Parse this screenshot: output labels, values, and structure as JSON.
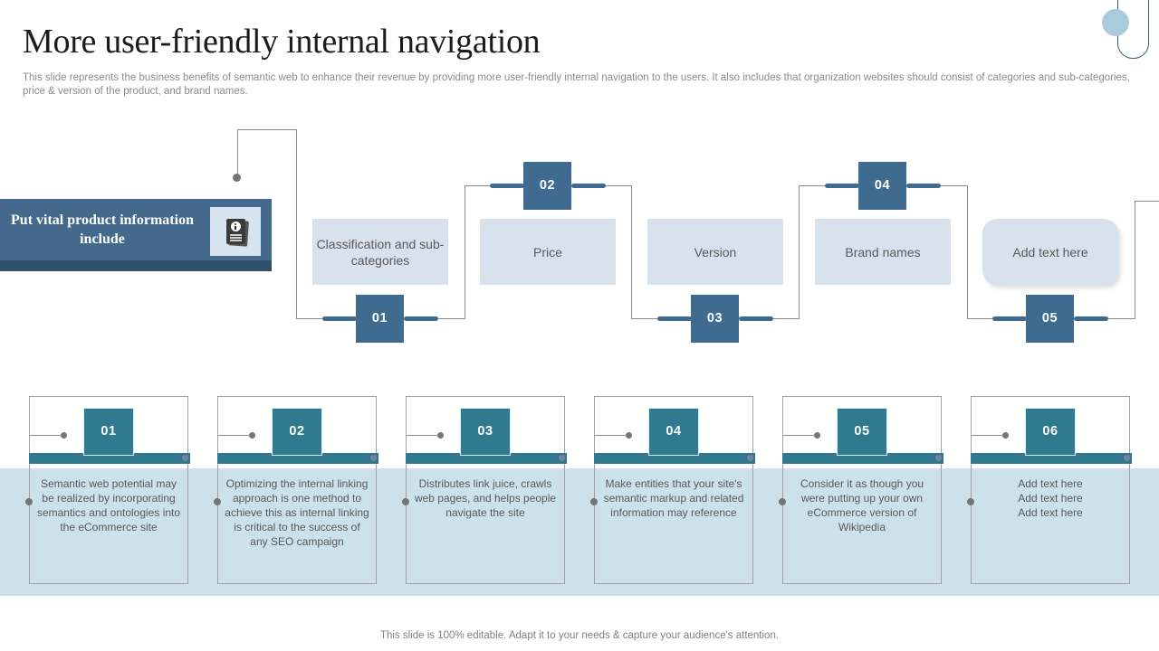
{
  "slide": {
    "title": "More user-friendly internal navigation",
    "description": "This slide represents the business benefits of semantic web to enhance their revenue by providing more user-friendly internal navigation to the users. It also includes that organization websites should consist of categories and sub-categories, price & version of the product, and brand names.",
    "footer": "This slide is 100% editable. Adapt it to your needs & capture your audience's attention."
  },
  "banner": {
    "label": "Put vital product information include",
    "icon": "info-document-icon"
  },
  "flow": {
    "steps": [
      {
        "number": "01",
        "label": "Classification and sub-categories",
        "number_position": "below"
      },
      {
        "number": "02",
        "label": "Price",
        "number_position": "above"
      },
      {
        "number": "03",
        "label": "Version",
        "number_position": "below"
      },
      {
        "number": "04",
        "label": "Brand names",
        "number_position": "above"
      },
      {
        "number": "05",
        "label": "Add text here",
        "number_position": "below"
      }
    ]
  },
  "details": [
    {
      "number": "01",
      "text": "Semantic web potential may be realized by incorporating semantics and ontologies into the eCommerce site"
    },
    {
      "number": "02",
      "text": "Optimizing the internal linking approach is one method to achieve this as internal linking is critical to the success of any SEO campaign"
    },
    {
      "number": "03",
      "text": "Distributes link juice, crawls web pages, and helps people navigate the site"
    },
    {
      "number": "04",
      "text": "Make entities that your site's semantic markup and related information may reference"
    },
    {
      "number": "05",
      "text": "Consider it as though you were putting up your own eCommerce version of Wikipedia"
    },
    {
      "number": "06",
      "text": "Add text here\nAdd text here\nAdd text here"
    }
  ],
  "colors": {
    "slate_blue": "#3E6B8F",
    "banner_blue": "#44698C",
    "banner_edge": "#2F4F6B",
    "teal": "#2F7A8E",
    "light_box": "#D8E2ED",
    "light_band": "#CCE1E9",
    "accent_circle": "#A9CBDD",
    "line_gray": "#8C8C8C",
    "text_gray": "#595959"
  }
}
